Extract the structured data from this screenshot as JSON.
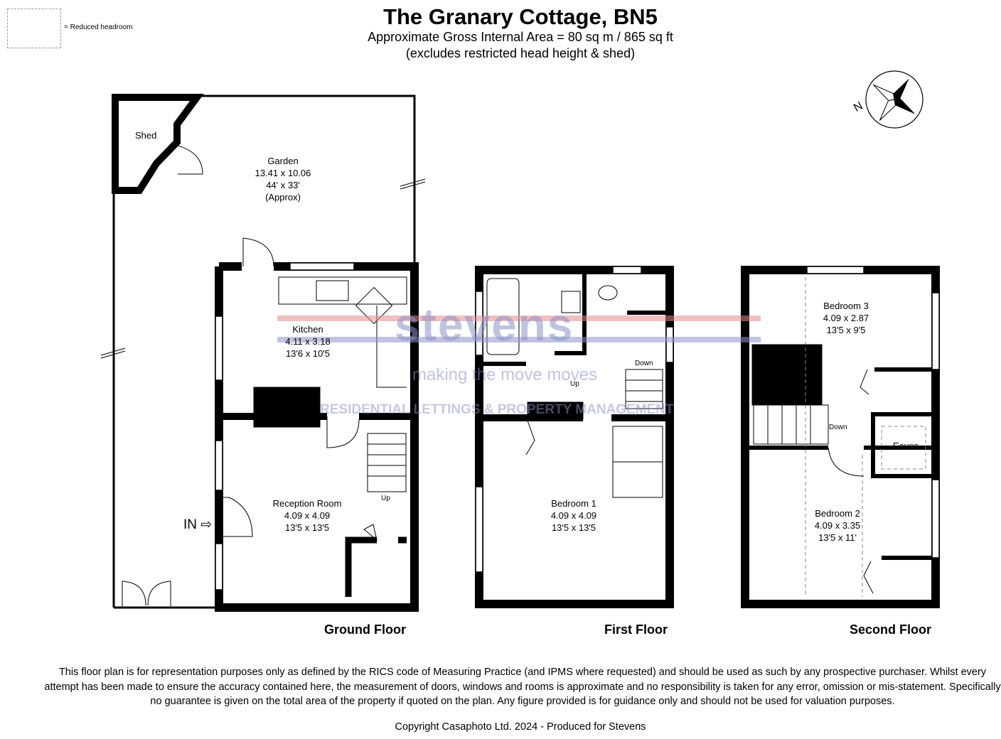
{
  "header": {
    "title": "The Granary Cottage, BN5",
    "area": "Approximate Gross Internal Area = 80 sq m / 865 sq ft",
    "note": "(excludes restricted head height & shed)"
  },
  "legend": {
    "text": "= Reduced headroom"
  },
  "compass": {
    "label": "N"
  },
  "watermark": {
    "brand": "stevens",
    "tagline": "making the move moves",
    "services": "RESIDENTIAL LETTINGS & PROPERTY MANAGEMENT",
    "colors": {
      "red": "#e88a8a",
      "blue": "#8c93c8"
    }
  },
  "ground_floor": {
    "label": "Ground Floor",
    "entrance": "IN",
    "stairs": "Up",
    "shed": "Shed",
    "garden": {
      "name": "Garden",
      "metric": "13.41 x 10.06",
      "imperial": "44' x 33'",
      "note": "(Approx)"
    },
    "kitchen": {
      "name": "Kitchen",
      "metric": "4.11 x 3.18",
      "imperial": "13'6 x 10'5"
    },
    "reception": {
      "name": "Reception Room",
      "metric": "4.09 x 4.09",
      "imperial": "13'5 x 13'5"
    }
  },
  "first_floor": {
    "label": "First Floor",
    "stairs_down": "Down",
    "stairs_up": "Up",
    "bedroom1": {
      "name": "Bedroom 1",
      "metric": "4.09 x 4.09",
      "imperial": "13'5 x 13'5"
    }
  },
  "second_floor": {
    "label": "Second Floor",
    "stairs_down": "Down",
    "eaves": "Eaves",
    "bedroom3": {
      "name": "Bedroom 3",
      "metric": "4.09 x 2.87",
      "imperial": "13'5 x 9'5"
    },
    "bedroom2": {
      "name": "Bedroom 2",
      "metric": "4.09 x 3.35",
      "imperial": "13'5 x 11'"
    }
  },
  "footer": {
    "disclaimer": "This floor plan is for representation purposes only as defined by the RICS code of Measuring Practice (and IPMS where requested) and should be used as such by any prospective purchaser. Whilst every attempt has been made to ensure the accuracy contained here, the measurement of doors, windows and rooms is approximate and no responsibility is taken for any error, omission or mis-statement. Specifically no guarantee is given on the total area of the property if quoted on the plan. Any figure provided is for guidance only and should not be used for valuation purposes.",
    "copyright": "Copyright Casaphoto Ltd. 2024 - Produced for Stevens"
  }
}
